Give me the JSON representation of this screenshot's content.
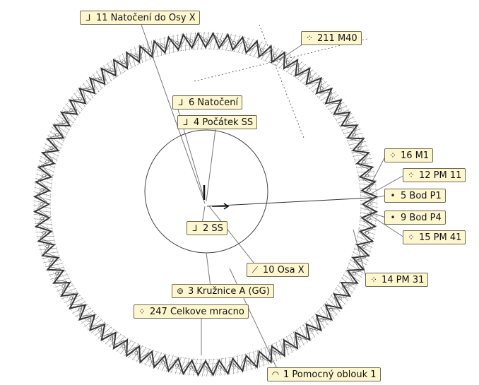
{
  "labels": [
    {
      "icon": "⅃",
      "icon_name": "coordinate-system-icon",
      "text": "11 Natočení do Osy X"
    },
    {
      "icon": "⁘",
      "icon_name": "point-cloud-icon",
      "text": "211 M40"
    },
    {
      "icon": "⅃",
      "icon_name": "coordinate-system-icon",
      "text": "6 Natočení"
    },
    {
      "icon": "⅃",
      "icon_name": "coordinate-system-icon",
      "text": "4 Počátek SS"
    },
    {
      "icon": "⁘",
      "icon_name": "point-cloud-icon",
      "text": "16 M1"
    },
    {
      "icon": "⁘",
      "icon_name": "point-cloud-icon",
      "text": "12 PM 11"
    },
    {
      "icon": "•",
      "icon_name": "point-icon",
      "text": "5 Bod P1"
    },
    {
      "icon": "•",
      "icon_name": "point-icon",
      "text": "9 Bod P4"
    },
    {
      "icon": "⁘",
      "icon_name": "point-cloud-icon",
      "text": "15 PM 41"
    },
    {
      "icon": "⅃",
      "icon_name": "coordinate-system-icon",
      "text": "2 SS"
    },
    {
      "icon": "⟋",
      "icon_name": "axis-line-icon",
      "text": "10 Osa X"
    },
    {
      "icon": "⁘",
      "icon_name": "point-cloud-icon",
      "text": "14 PM 31"
    },
    {
      "icon": "⊚",
      "icon_name": "circle-icon",
      "text": "3 Kružnice A (GG)"
    },
    {
      "icon": "⁘",
      "icon_name": "point-cloud-icon",
      "text": "247 Celkove mracno"
    },
    {
      "icon": "◠",
      "icon_name": "arc-icon",
      "text": "1 Pomocný oblouk 1"
    }
  ]
}
